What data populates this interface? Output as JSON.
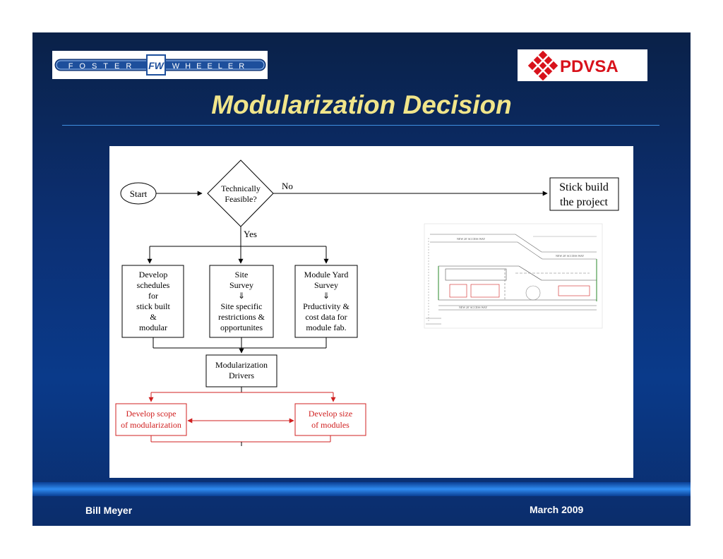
{
  "slide": {
    "title": "Modularization Decision",
    "author": "Bill Meyer",
    "date": "March 2009"
  },
  "logos": {
    "foster_wheeler": {
      "text_left": "FOSTER",
      "text_right": "WHEELER",
      "emblem": "FW"
    },
    "pdvsa": {
      "text": "PDVSA"
    }
  },
  "flowchart": {
    "start": "Start",
    "decision": [
      "Technically",
      "Feasible?"
    ],
    "no_label": "No",
    "yes_label": "Yes",
    "stick_build": [
      "Stick build",
      "the project"
    ],
    "develop_schedules": [
      "Develop",
      "schedules",
      "for",
      "stick built",
      "&",
      "modular"
    ],
    "site_survey": [
      "Site",
      "Survey",
      "⇓",
      "Site specific",
      "restrictions &",
      "opportunites"
    ],
    "module_yard_survey": [
      "Module Yard",
      "Survey",
      "⇓",
      "Prductivity &",
      "cost data for",
      "module fab."
    ],
    "modularization_drivers": [
      "Modularization",
      "Drivers"
    ],
    "develop_scope": [
      "Develop scope",
      "of modularization"
    ],
    "develop_size": [
      "Develop size",
      "of modules"
    ]
  },
  "site_plan": {
    "labels": [
      "NEW 20' ACCESS WAY",
      "NEW 20' ACCESS WAY",
      "NEW 20' ACCESS WAY"
    ]
  },
  "colors": {
    "slide_bg": "#0c3074",
    "title": "#f1e58a",
    "footer_band": "#2f8cf0",
    "flow_red": "#d02020"
  }
}
